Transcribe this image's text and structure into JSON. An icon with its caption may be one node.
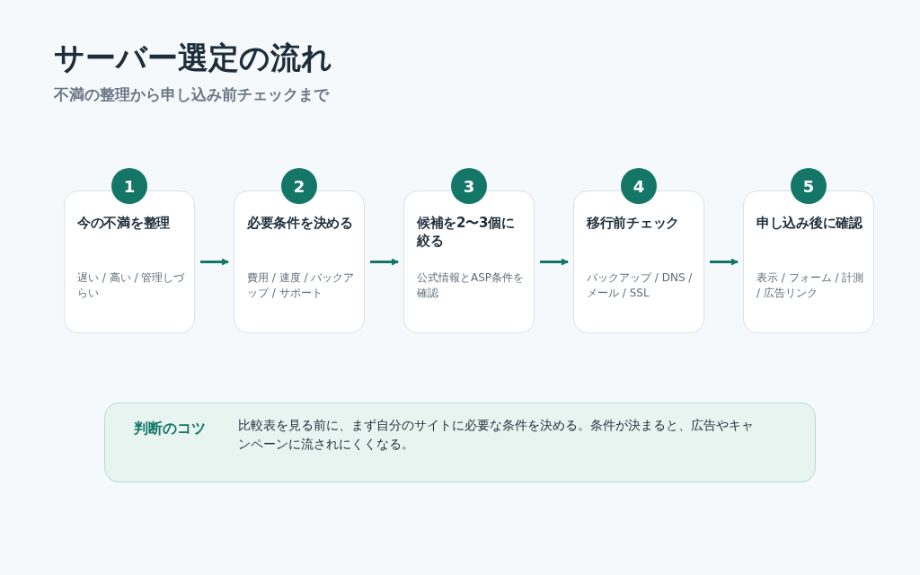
{
  "diagram": {
    "title": "サーバー選定の流れ",
    "caption": "不満の整理から申し込み前チェックまで",
    "nodes": [
      {
        "text": [
          "1"
        ]
      },
      {
        "text": [
          "今の不満を整理",
          "遅い / 高い / 管理しづらい"
        ]
      },
      {
        "text": [
          "2"
        ]
      },
      {
        "text": [
          "必要条件を決める",
          "費用 / 速度 / バックアップ / サポート"
        ]
      },
      {
        "text": [
          "3"
        ]
      },
      {
        "text": [
          "候補を2〜3個に絞る",
          "公式情報とASP条件を確認"
        ]
      },
      {
        "text": [
          "4"
        ]
      },
      {
        "text": [
          "移行前チェック",
          "バックアップ / DNS / メール / SSL"
        ]
      },
      {
        "text": [
          "5"
        ]
      },
      {
        "text": [
          "申し込み後に確認",
          "表示 / フォーム / 計測 / 広告リンク"
        ]
      },
      {
        "text": [
          "判断のコツ",
          "比較表を見る前に、まず自分のサイトに必要な条件を決める。条件が決まると、広告やキャンペーンに流されにくくなる。"
        ]
      }
    ],
    "edges": [
      {
        "from": 1,
        "to": 3,
        "arrow": "to"
      },
      {
        "from": 3,
        "to": 5,
        "arrow": "to"
      },
      {
        "from": 5,
        "to": 7,
        "arrow": "to"
      },
      {
        "from": 7,
        "to": 9,
        "arrow": "to"
      }
    ]
  }
}
